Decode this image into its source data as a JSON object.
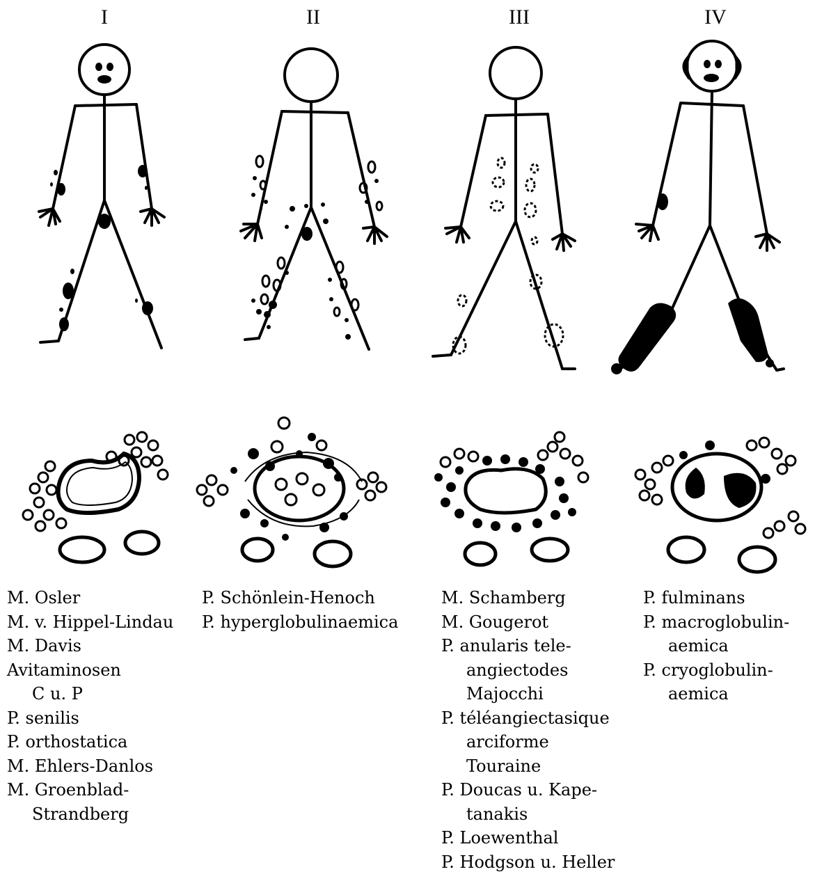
{
  "columns": [
    {
      "numeral": "I",
      "diseases": [
        {
          "text": "M. Osler",
          "indent": false
        },
        {
          "text": "M. v. Hippel-Lindau",
          "indent": false
        },
        {
          "text": "M. Davis",
          "indent": false
        },
        {
          "text": "Avitaminosen",
          "indent": false
        },
        {
          "text": "C u. P",
          "indent": true
        },
        {
          "text": "P. senilis",
          "indent": false
        },
        {
          "text": "P. orthostatica",
          "indent": false
        },
        {
          "text": "M. Ehlers-Danlos",
          "indent": false
        },
        {
          "text": "M. Groenblad-",
          "indent": false
        },
        {
          "text": "Strandberg",
          "indent": true
        }
      ]
    },
    {
      "numeral": "II",
      "diseases": [
        {
          "text": "P. Schönlein-Henoch",
          "indent": false
        },
        {
          "text": "P. hyperglobulinaemica",
          "indent": false
        }
      ]
    },
    {
      "numeral": "III",
      "diseases": [
        {
          "text": "M. Schamberg",
          "indent": false
        },
        {
          "text": "M. Gougerot",
          "indent": false
        },
        {
          "text": "P. anularis tele-",
          "indent": false
        },
        {
          "text": "angiectodes",
          "indent": true
        },
        {
          "text": "Majocchi",
          "indent": true
        },
        {
          "text": "P. téléangiectasique",
          "indent": false
        },
        {
          "text": "arciforme",
          "indent": true
        },
        {
          "text": "Touraine",
          "indent": true
        },
        {
          "text": "P. Doucas u. Kape-",
          "indent": false
        },
        {
          "text": "tanakis",
          "indent": true
        },
        {
          "text": "P. Loewenthal",
          "indent": false
        },
        {
          "text": "P. Hodgson u. Heller",
          "indent": false
        }
      ]
    },
    {
      "numeral": "IV",
      "diseases": [
        {
          "text": "P. fulminans",
          "indent": false
        },
        {
          "text": "P. macroglobulin-",
          "indent": false
        },
        {
          "text": "aemica",
          "indent": true
        },
        {
          "text": "P. cryoglobulin-",
          "indent": false
        },
        {
          "text": "aemica",
          "indent": true
        }
      ]
    }
  ]
}
